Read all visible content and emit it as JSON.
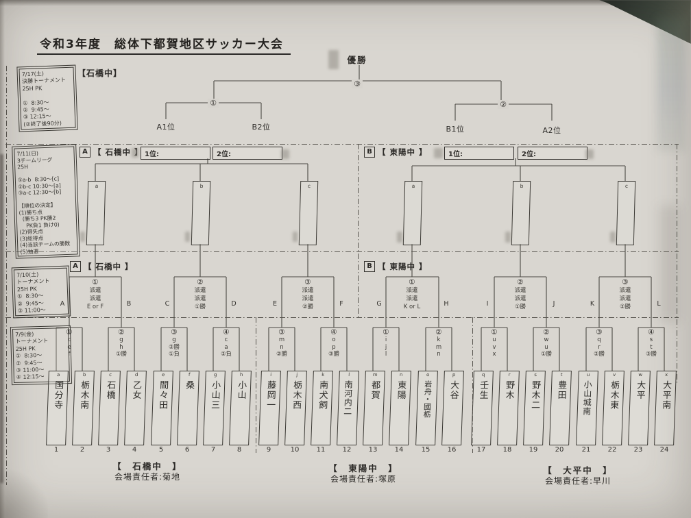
{
  "title": "令和3年度　総体下都賀地区サッカー大会",
  "header_venue": "【石橋中】",
  "schedule_boxes": [
    {
      "text": "7/17(土)\n決勝トーナメント\n25H PK\n\n①  8:30〜\n②  9:45〜\n③ 12:15〜\n(②終了後90分)"
    },
    {
      "text": "7/11(日)\n3チームリーグ\n25H\n\n①a-b  8:30〜[c]\n②b-c 10:30〜[a]\n③a-c 12:30〜[b]\n\n【順位の決定】\n(1)勝ち点\n  (勝ち3 PK勝2\n    PK負1 負け0)\n(2)得失点\n(3)総得点\n(4)当該チームの勝敗\n(5)抽選"
    },
    {
      "text": "7/10(土)\nトーナメント\n25H PK\n①  8:30〜\n②  9:45〜\n③ 11:00〜"
    },
    {
      "text": "7/9(金)\nトーナメント\n25H PK\n①  8:30〜\n②  9:45〜\n③ 11:00〜\n④ 12:15〜"
    }
  ],
  "final": {
    "champion": "優勝",
    "final_match": "③",
    "semi_left": "①",
    "semi_right": "②",
    "slot_a1": "A1位",
    "slot_b2": "B2位",
    "slot_b1": "B1位",
    "slot_a2": "A2位"
  },
  "league": {
    "a": {
      "tag": "A",
      "venue": "【 石橋中 】",
      "first_label": "1位:",
      "second_label": "2位:",
      "slots": [
        "a",
        "b",
        "c"
      ]
    },
    "b": {
      "tag": "B",
      "venue": "【 東陽中 】",
      "first_label": "1位:",
      "second_label": "2位:",
      "slots": [
        "a",
        "b",
        "c"
      ]
    }
  },
  "semis": {
    "a": {
      "tag": "A",
      "venue": "【 石橋中 】",
      "brackets": [
        {
          "num": "①",
          "ref": "派遣\n派遣\nE or F",
          "left": "A",
          "right": "B"
        },
        {
          "num": "②",
          "ref": "派遣\n派遣\n①勝",
          "left": "C",
          "right": "D"
        },
        {
          "num": "③",
          "ref": "派遣\n派遣\n②勝",
          "left": "E",
          "right": "F"
        }
      ]
    },
    "b": {
      "tag": "B",
      "venue": "【 東陽中 】",
      "brackets": [
        {
          "num": "①",
          "ref": "派遣\n派遣\nK or L",
          "left": "G",
          "right": "H"
        },
        {
          "num": "②",
          "ref": "派遣\n派遣\n①勝",
          "left": "I",
          "right": "J"
        },
        {
          "num": "③",
          "ref": "派遣\n派遣\n②勝",
          "left": "K",
          "right": "L"
        }
      ]
    }
  },
  "round1": [
    {
      "num": "①",
      "ref": "c\ne\nf"
    },
    {
      "num": "②",
      "ref": "g\nh\n①勝"
    },
    {
      "num": "③",
      "ref": "g\n②勝\n①負"
    },
    {
      "num": "④",
      "ref": "c\na\n②負"
    },
    {
      "num": "③",
      "ref": "m\nn\n②勝"
    },
    {
      "num": "④",
      "ref": "o\np\n③勝"
    },
    {
      "num": "①",
      "ref": "i\nj\nl"
    },
    {
      "num": "②",
      "ref": "k\nm\nn"
    },
    {
      "num": "①",
      "ref": "u\nv\nx"
    },
    {
      "num": "②",
      "ref": "w\nu\n①勝"
    },
    {
      "num": "③",
      "ref": "q\nr\n②勝"
    },
    {
      "num": "④",
      "ref": "s\nt\n③勝"
    }
  ],
  "teams": [
    {
      "no": "1",
      "letter": "a",
      "name": "国分寺"
    },
    {
      "no": "2",
      "letter": "b",
      "name": "栃木南"
    },
    {
      "no": "3",
      "letter": "c",
      "name": "石橋"
    },
    {
      "no": "4",
      "letter": "d",
      "name": "乙女"
    },
    {
      "no": "5",
      "letter": "e",
      "name": "間々田"
    },
    {
      "no": "6",
      "letter": "f",
      "name": "桑"
    },
    {
      "no": "7",
      "letter": "g",
      "name": "小山三"
    },
    {
      "no": "8",
      "letter": "h",
      "name": "小山"
    },
    {
      "no": "9",
      "letter": "i",
      "name": "藤岡一"
    },
    {
      "no": "10",
      "letter": "j",
      "name": "栃木西"
    },
    {
      "no": "11",
      "letter": "k",
      "name": "南犬飼"
    },
    {
      "no": "12",
      "letter": "l",
      "name": "南河内二"
    },
    {
      "no": "13",
      "letter": "m",
      "name": "都賀"
    },
    {
      "no": "14",
      "letter": "n",
      "name": "東陽"
    },
    {
      "no": "15",
      "letter": "o",
      "name": "岩舟・國栃"
    },
    {
      "no": "16",
      "letter": "p",
      "name": "大谷"
    },
    {
      "no": "17",
      "letter": "q",
      "name": "壬生"
    },
    {
      "no": "18",
      "letter": "r",
      "name": "野木"
    },
    {
      "no": "19",
      "letter": "s",
      "name": "野木二"
    },
    {
      "no": "20",
      "letter": "t",
      "name": "豊田"
    },
    {
      "no": "21",
      "letter": "u",
      "name": "小山城南"
    },
    {
      "no": "22",
      "letter": "v",
      "name": "栃木東"
    },
    {
      "no": "23",
      "letter": "w",
      "name": "大平"
    },
    {
      "no": "24",
      "letter": "x",
      "name": "大平南"
    }
  ],
  "venues": [
    {
      "name": "【　石橋中　】",
      "manager": "会場責任者:菊地"
    },
    {
      "name": "【　東陽中　】",
      "manager": "会場責任者:塚原"
    },
    {
      "name": "【　大平中　】",
      "manager": "会場責任者:早川"
    }
  ],
  "colors": {
    "paper": "#d5d2cc",
    "ink": "#2d2b28",
    "line": "#4b4843",
    "corner": "#3c453c"
  }
}
